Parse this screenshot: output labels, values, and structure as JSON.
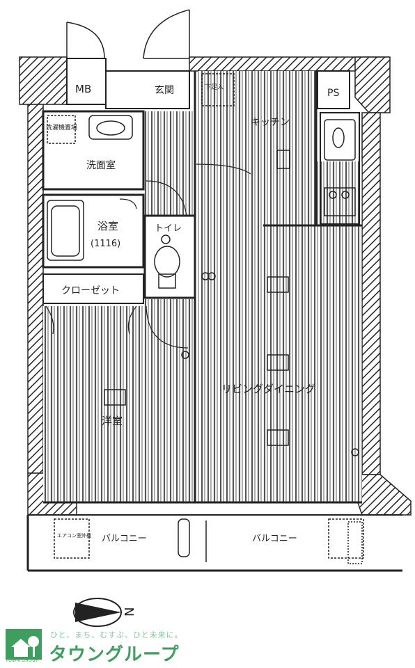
{
  "rooms": {
    "mb": "MB",
    "entrance": "玄関",
    "shoebox": "下足入",
    "ps": "PS",
    "kitchen": "キッチン",
    "washer": "洗濯機置場",
    "washroom": "洗面室",
    "bathroom": "浴室",
    "bath_size": "(1116)",
    "toilet": "トイレ",
    "closet": "クローゼット",
    "western_room": "洋室",
    "living_dining": "リビングダイニング",
    "balcony_left": "バルコニー",
    "balcony_right": "バルコニー",
    "outdoor_unit": "エアコン室外機",
    "compass": "N"
  },
  "brand": {
    "tagline": "ひと、まち、むすぶ、ひと未来に。",
    "name": "タウングループ",
    "name_en": "TOWN GROUP",
    "color": "#3f9e5f"
  }
}
